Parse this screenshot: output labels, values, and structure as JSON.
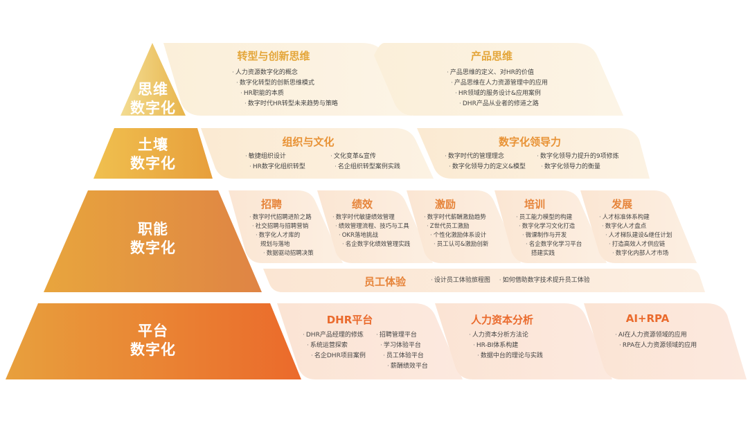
{
  "colors": {
    "tier1_fill": [
      "#f2d98a",
      "#e8b84e"
    ],
    "tier2_fill": [
      "#f0be4c",
      "#e8a13c"
    ],
    "tier3_fill": [
      "#e8a23e",
      "#e0843f"
    ],
    "tier4_fill": [
      "#e99a3c",
      "#ea6a2c"
    ],
    "panel1": "#fcf0dc",
    "panel2": "#fbecd8",
    "panel3": "#fbe7d6",
    "panel4": "#fbe2d6"
  },
  "tiers": [
    {
      "label_line1": "思维",
      "label_line2": "数字化",
      "panels": [
        {
          "title": "转型与创新思维",
          "items": [
            "人力资源数字化的概念",
            "数字化转型的创新思维模式",
            "HR职能的本质",
            "数字时代HR转型未来趋势与策略"
          ]
        },
        {
          "title": "产品思维",
          "items": [
            "产品思维的定义、对HR的价值",
            "产品思维在人力资源管理中的应用",
            "HR领域的服务设计&应用案例",
            "DHR产品从业者的修道之路"
          ]
        }
      ]
    },
    {
      "label_line1": "土壤",
      "label_line2": "数字化",
      "panels": [
        {
          "title": "组织与文化",
          "items": [
            "敏捷组织设计",
            "HR数字化组织转型",
            "文化变革&宣传",
            "名企组织转型案例实践"
          ]
        },
        {
          "title": "数字化领导力",
          "items": [
            "数字时代的管理理念",
            "数字化领导力的定义&模型",
            "数字化领导力提升的9项修炼",
            "数字化领导力的衡量"
          ]
        }
      ]
    },
    {
      "label_line1": "职能",
      "label_line2": "数字化",
      "panels": [
        {
          "title": "招聘",
          "items": [
            "数字时代招聘进阶之路",
            "社交招聘与招聘营销",
            "数字化人才库的",
            "规划与落地",
            "数据驱动招聘决策"
          ]
        },
        {
          "title": "绩效",
          "items": [
            "数字时代敏捷绩效管理",
            "绩效管理流程、技巧与工具",
            "OKR落地挑战",
            "名企数字化绩效管理实践"
          ]
        },
        {
          "title": "激励",
          "items": [
            "数字时代薪酬激励趋势",
            "Z世代员工激励",
            "个性化激励体系设计",
            "员工认可&激励创新"
          ]
        },
        {
          "title": "培训",
          "items": [
            "员工能力模型的构建",
            "数字化学习文化打造",
            "微课制作与开发",
            "名企数字化学习平台",
            "搭建实践"
          ]
        },
        {
          "title": "发展",
          "items": [
            "人才标准体系构建",
            "数字化人才盘点",
            "人才梯队建设&继任计划",
            "打造高效人才供应链",
            "数字化内部人才市场"
          ]
        }
      ],
      "bar": {
        "title": "员工体验",
        "items": [
          "设计员工体验旅程图",
          "如何借助数字技术提升员工体验"
        ]
      }
    },
    {
      "label_line1": "平台",
      "label_line2": "数字化",
      "panels": [
        {
          "title": "DHR平台",
          "items": [
            "DHR产品经理的修炼",
            "系统运营探索",
            "名企DHR项目案例",
            "招聘管理平台",
            "学习体验平台",
            "员工体验平台",
            "薪酬绩效平台"
          ]
        },
        {
          "title": "人力资本分析",
          "items": [
            "人力资本分析方法论",
            "HR-BI体系构建",
            "数据中台的理论与实践"
          ]
        },
        {
          "title": "AI+RPA",
          "items": [
            "AI在人力资源领域的应用",
            "RPA在人力资源领域的应用"
          ]
        }
      ]
    }
  ]
}
